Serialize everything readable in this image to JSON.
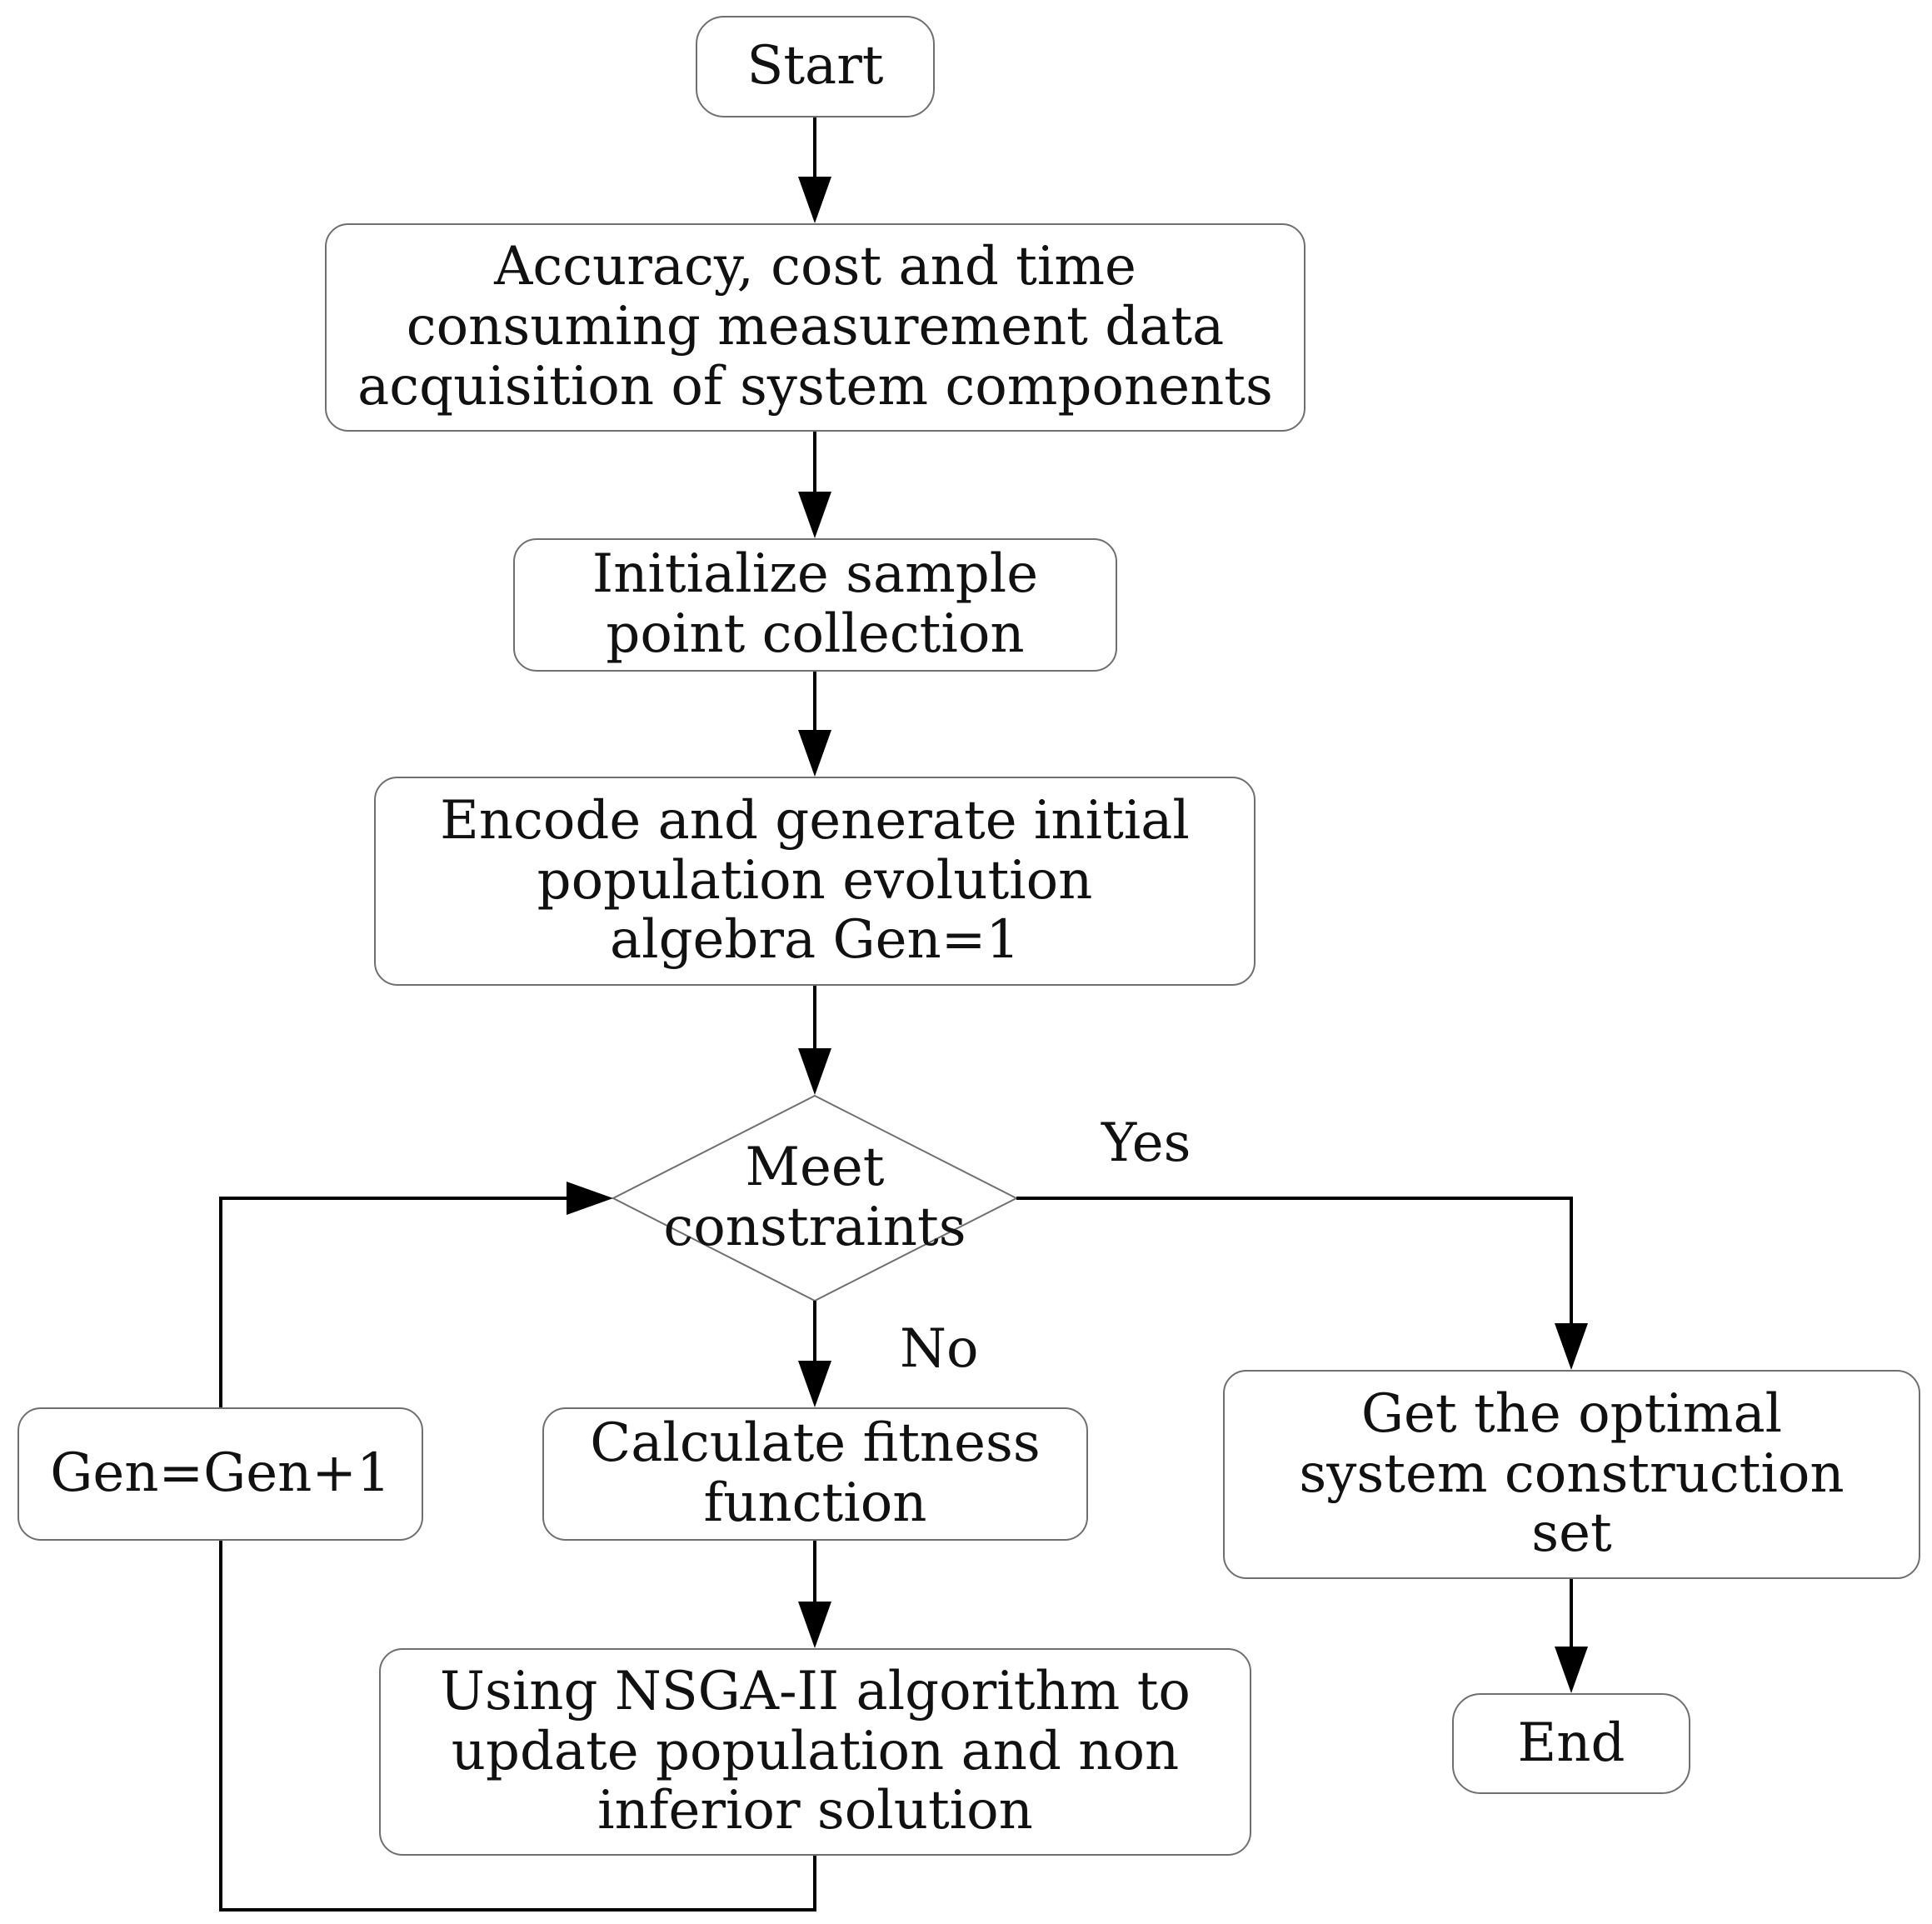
{
  "nodes": {
    "start": "Start",
    "acquisition": "Accuracy, cost and time consuming measurement data acquisition of system components",
    "initialize": "Initialize sample point collection",
    "encode": "Encode and generate initial population evolution algebra Gen=1",
    "decision": "Meet constraints",
    "increment": "Gen=Gen+1",
    "fitness": "Calculate fitness function",
    "nsga": "Using NSGA-II algorithm to update population and non inferior solution",
    "optimal": "Get the optimal system construction set",
    "end": "End"
  },
  "labels": {
    "yes": "Yes",
    "no": "No"
  },
  "colors": {
    "box_border": "#6f6f6f",
    "line": "#000000",
    "text": "#111111"
  }
}
